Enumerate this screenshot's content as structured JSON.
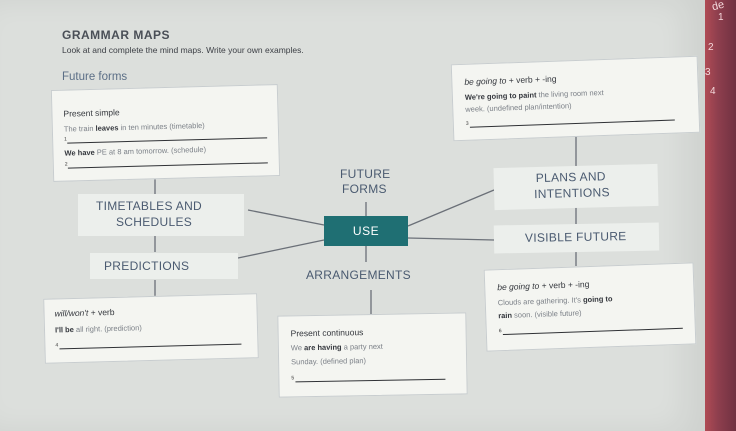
{
  "spine": {
    "word": "de",
    "nums": [
      "1",
      "2",
      "3",
      "4"
    ]
  },
  "header": {
    "title": "GRAMMAR MAPS",
    "instruction": "Look at and complete the mind maps. Write your own examples.",
    "subtitle": "Future forms"
  },
  "center": {
    "future_forms_1": "FUTURE",
    "future_forms_2": "FORMS",
    "use": "USE"
  },
  "nodes": {
    "timetables_1": "TIMETABLES AND",
    "timetables_2": "SCHEDULES",
    "predictions": "PREDICTIONS",
    "arrangements": "ARRANGEMENTS",
    "plans_1": "PLANS AND",
    "plans_2": "INTENTIONS",
    "visible": "VISIBLE FUTURE"
  },
  "present_simple": {
    "heading": "Present simple",
    "ex1_pre": "The train ",
    "ex1_bold": "leaves",
    "ex1_post": " in ten minutes (timetable)",
    "ex2_bold": "We have",
    "ex2_post": " PE at 8 am tomorrow. (schedule)",
    "n1": "1",
    "n2": "2"
  },
  "going_to_plans": {
    "heading_it": "be going to",
    "heading_rest": " + verb + -ing",
    "ex_bold": "We're going to paint",
    "ex_post": " the living room next",
    "ex_line2": "week. (undefined plan/intention)",
    "n1": "3"
  },
  "will": {
    "heading_it": "will/won't",
    "heading_rest": " + verb",
    "ex_bold": "I'll be",
    "ex_post": " all right. (prediction)",
    "n1": "4"
  },
  "present_continuous": {
    "heading": "Present continuous",
    "ex_pre": "We ",
    "ex_bold": "are having",
    "ex_post": " a party next",
    "ex_line2": "Sunday. (defined plan)",
    "n1": "5"
  },
  "going_to_visible": {
    "heading_it": "be going to",
    "heading_rest": " + verb + -ing",
    "ex_line1_pre": "Clouds are gathering. It's ",
    "ex_line1_bold": "going to",
    "ex_line2_bold": "rain",
    "ex_line2_post": " soon. (visible future)",
    "n1": "6"
  }
}
